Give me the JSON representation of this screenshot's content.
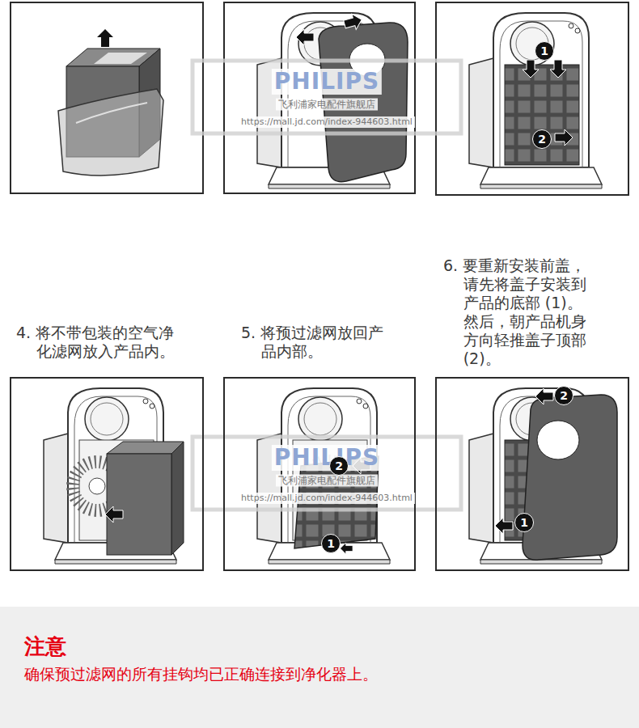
{
  "diagram": {
    "nodes": [
      {
        "text": [
          "4. 将不带包装的空气净化滤网放入产品内。"
        ]
      },
      {
        "text": [
          "5. 将预过滤网放回产品内部。"
        ]
      },
      {
        "text": [
          "6. 要重新安装前盖，请先将盖子安装到产品的底部 (1)。然后，朝产品机身方向轻推盖子顶部 (2)。"
        ]
      },
      {
        "text": [
          "注意",
          "确保预过滤网的所有挂钩均已正确连接到净化器上。"
        ]
      }
    ],
    "labels": [
      "PHILIPS",
      "飞利浦家电配件旗舰店",
      "https://mall.jd.com/index-944603.html",
      "1",
      "2",
      "PHILIPS",
      "飞利浦家电配件旗舰店",
      "https://mall.jd.com/index-944603.html",
      "2",
      "1",
      "2",
      "1"
    ]
  }
}
